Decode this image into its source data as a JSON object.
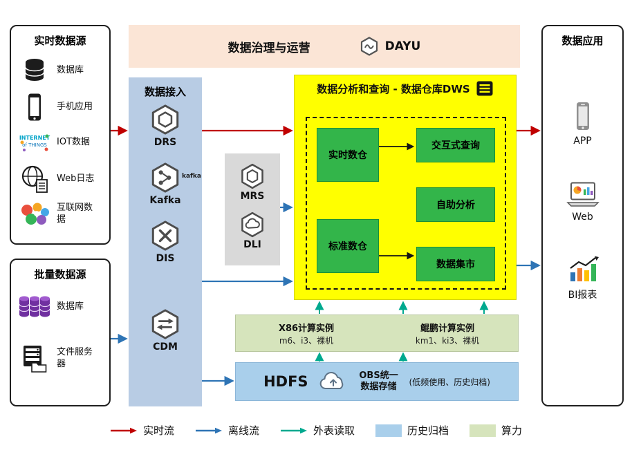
{
  "realtime_sources": {
    "title": "实时数据源",
    "items": [
      {
        "label": "数据库",
        "icon": "database-icon"
      },
      {
        "label": "手机应用",
        "icon": "phone-icon"
      },
      {
        "label": "IOT数据",
        "icon": "iot-icon"
      },
      {
        "label": "Web日志",
        "icon": "web-log-icon"
      },
      {
        "label": "互联网数据",
        "icon": "internet-data-icon"
      }
    ]
  },
  "batch_sources": {
    "title": "批量数据源",
    "items": [
      {
        "label": "数据库",
        "icon": "database-stack-icon"
      },
      {
        "label": "文件服务器",
        "icon": "file-server-icon"
      }
    ]
  },
  "governance": {
    "title": "数据治理与运营",
    "logo_text": "DAYU"
  },
  "ingestion": {
    "title": "数据接入",
    "items": [
      {
        "label": "DRS"
      },
      {
        "label": "Kafka",
        "logo_text": "kafka"
      },
      {
        "label": "DIS"
      },
      {
        "label": "CDM"
      }
    ]
  },
  "processing": {
    "items": [
      {
        "label": "MRS"
      },
      {
        "label": "DLI"
      }
    ]
  },
  "dws": {
    "title": "数据分析和查询 - 数据仓库DWS",
    "warehouses": [
      {
        "label": "实时数仓"
      },
      {
        "label": "标准数仓"
      }
    ],
    "services": [
      {
        "label": "交互式查询"
      },
      {
        "label": "自助分析"
      },
      {
        "label": "数据集市"
      }
    ]
  },
  "compute": {
    "x86_title": "X86计算实例",
    "x86_models": "m6、i3、裸机",
    "kunpeng_title": "鲲鹏计算实例",
    "kunpeng_models": "km1、ki3、裸机"
  },
  "storage": {
    "hdfs_label": "HDFS",
    "obs_title": "OBS统一数据存储",
    "note": "(低频使用、历史归档)"
  },
  "applications": {
    "title": "数据应用",
    "items": [
      {
        "label": "APP",
        "icon": "app-icon"
      },
      {
        "label": "Web",
        "icon": "web-monitor-icon"
      },
      {
        "label": "BI报表",
        "icon": "bi-report-icon"
      }
    ]
  },
  "legend": {
    "items": [
      {
        "label": "实时流",
        "kind": "arrow",
        "color": "#c00000"
      },
      {
        "label": "离线流",
        "kind": "arrow",
        "color": "#2e74b5"
      },
      {
        "label": "外表读取",
        "kind": "arrow",
        "color": "#00a98f"
      },
      {
        "label": "历史归档",
        "kind": "swatch",
        "color": "#a9cfeb"
      },
      {
        "label": "算力",
        "kind": "swatch",
        "color": "#d6e4bc"
      }
    ]
  }
}
